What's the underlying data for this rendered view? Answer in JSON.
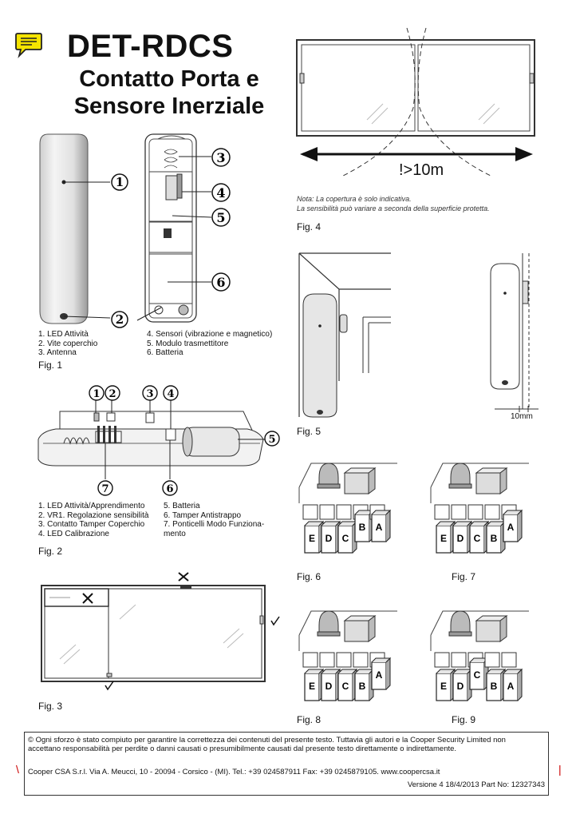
{
  "header": {
    "title": "DET-RDCS",
    "subtitle_line1": "Contatto Porta e",
    "subtitle_line2": "Sensore Inerziale"
  },
  "fig1": {
    "caption": "Fig. 1",
    "legend_left": [
      "1. LED Attività",
      "2. Vite coperchio",
      "3. Antenna"
    ],
    "legend_right": [
      "4. Sensori (vibrazione e magnetico)",
      "5. Modulo trasmettitore",
      "6. Batteria"
    ],
    "callouts": [
      "1",
      "2",
      "3",
      "4",
      "5",
      "6"
    ]
  },
  "fig2": {
    "caption": "Fig. 2",
    "legend_left": [
      "1. LED Attività/Apprendimento",
      "2. VR1. Regolazione sensibilità",
      "3. Contatto Tamper Coperchio",
      "4. LED Calibrazione"
    ],
    "legend_right": [
      "5. Batteria",
      "6. Tamper Antistrappo",
      "7. Ponticelli Modo Funziona-",
      "mento"
    ],
    "callouts": [
      "1",
      "2",
      "3",
      "4",
      "5",
      "6",
      "7"
    ]
  },
  "fig3": {
    "caption": "Fig. 3"
  },
  "fig4": {
    "caption": "Fig. 4",
    "distance": "!>10m",
    "note_line1": "Nota: La copertura è solo indicativa.",
    "note_line2": "La sensibilità può variare a seconda della superficie protetta."
  },
  "fig5": {
    "caption": "Fig. 5",
    "gap_label": "10mm"
  },
  "fig6": {
    "caption": "Fig. 6",
    "letters": [
      "E",
      "D",
      "C",
      "B",
      "A"
    ]
  },
  "fig7": {
    "caption": "Fig. 7",
    "letters": [
      "E",
      "D",
      "C",
      "B",
      "A"
    ]
  },
  "fig8": {
    "caption": "Fig. 8",
    "letters": [
      "E",
      "D",
      "C",
      "B",
      "A"
    ]
  },
  "fig9": {
    "caption": "Fig. 9",
    "letters": [
      "E",
      "D",
      "C",
      "B",
      "A"
    ]
  },
  "footer": {
    "disclaimer": "© Ogni sforzo è stato compiuto per garantire la correttezza dei contenuti del presente testo. Tuttavia gli autori e la Cooper Security Limited non accettano responsabilità per perdite o danni causati o presumibilmente causati dal presente testo direttamente o indirettamente.",
    "address": "Cooper CSA S.r.l. Via A. Meucci, 10 - 20094 - Corsico - (MI). Tel.: +39 024587911 Fax: +39 0245879105. www.coopercsa.it",
    "version": "Versione 4 18/4/2013 Part No: 12327343"
  },
  "icons": {
    "note": "note-icon",
    "accent": "#f5e400"
  }
}
